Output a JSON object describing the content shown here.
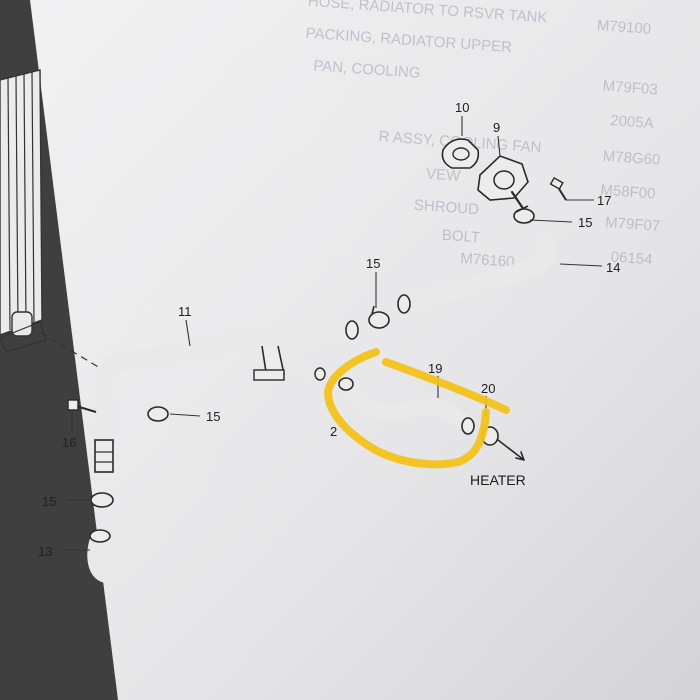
{
  "diagram": {
    "part_labels": [
      "10",
      "9",
      "17",
      "15",
      "14",
      "15",
      "11",
      "15",
      "16",
      "15",
      "13",
      "19",
      "20",
      "2"
    ],
    "heater_label": "HEATER",
    "bleed_text": [
      "HOSE, RADIATOR TO RSVR TANK",
      "PACKING, RADIATOR UPPER",
      "PAN, COOLING",
      "R ASSY, COOLING FAN",
      "VEW",
      "SHROUD",
      "BOLT",
      "M79100",
      "M79F03",
      "2005A",
      "M78G60",
      "M58F00",
      "M79F07",
      "M76160",
      "06154"
    ],
    "highlight_color": "#f2c21b",
    "paper_color": "#e9e9ea"
  }
}
